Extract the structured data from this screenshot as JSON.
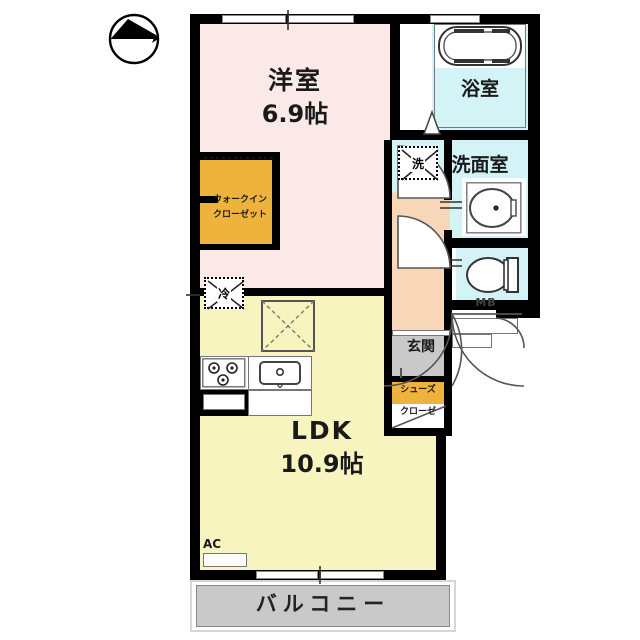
{
  "plan": {
    "type": "japanese-floor-plan",
    "compass": {
      "name": "north-arrow",
      "direction": "north-west"
    },
    "rooms": [
      {
        "id": "washitsu",
        "label_line1": "洋室",
        "label_line2": "6.9帖",
        "color": "#fbe9e8",
        "kind": "western-room"
      },
      {
        "id": "ldk",
        "label_line1": "LDK",
        "label_line2": "10.9帖",
        "color": "#f8f4c0",
        "kind": "living-dining-kitchen"
      },
      {
        "id": "wic",
        "label_line1": "ウォークイン",
        "label_line2": "クローゼット",
        "color": "#eeb33c",
        "kind": "walk-in-closet"
      },
      {
        "id": "bath",
        "label_line1": "浴室",
        "label_line2": "",
        "color": "#d3f3f6",
        "kind": "bathroom"
      },
      {
        "id": "washroom",
        "label_line1": "洗面室",
        "label_line2": "",
        "color": "#d3f3f6",
        "kind": "wash-basin-room"
      },
      {
        "id": "toilet",
        "label_line1": "",
        "label_line2": "",
        "color": "#d3f3f6",
        "kind": "toilet"
      },
      {
        "id": "hall",
        "label_line1": "",
        "label_line2": "",
        "color": "#f8d6b8",
        "kind": "corridor"
      },
      {
        "id": "genkan",
        "label_line1": "玄関",
        "label_line2": "",
        "color": "#c9c9c9",
        "kind": "entrance"
      },
      {
        "id": "shoebox",
        "label_line1": "シューズ",
        "label_line2": "クローゼ",
        "color": "#eeb33c",
        "kind": "shoe-closet"
      },
      {
        "id": "balcony",
        "label_line1": "バルコニー",
        "label_line2": "",
        "color": "#c9c9c9",
        "kind": "balcony"
      }
    ],
    "markers": [
      {
        "id": "fridge",
        "text": "冷",
        "meaning": "refrigerator-space"
      },
      {
        "id": "washer",
        "text": "洗",
        "meaning": "washing-machine-space"
      }
    ],
    "annotations": [
      {
        "id": "mb",
        "text": "MB",
        "meaning": "meter-box"
      },
      {
        "id": "ac",
        "text": "AC",
        "meaning": "air-conditioner-outdoor-unit"
      }
    ],
    "fixtures": [
      {
        "id": "bathtub",
        "name": "bathtub"
      },
      {
        "id": "sink",
        "name": "wash-basin"
      },
      {
        "id": "wc",
        "name": "toilet-bowl"
      },
      {
        "id": "stove",
        "name": "gas-stove-3-burner"
      },
      {
        "id": "kitchensink",
        "name": "kitchen-sink"
      },
      {
        "id": "counter",
        "name": "kitchen-counter"
      },
      {
        "id": "table",
        "name": "crossed-square-fixture"
      }
    ]
  }
}
